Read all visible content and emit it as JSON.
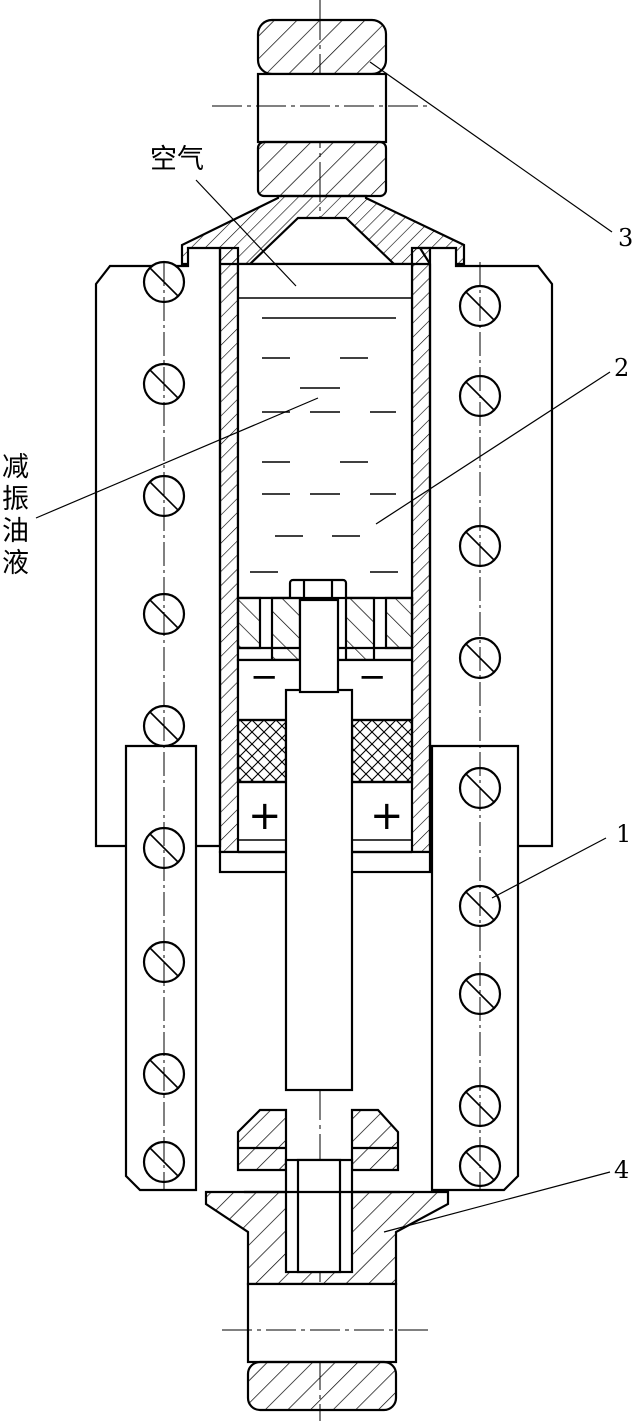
{
  "labels": {
    "air": "空气",
    "damper_oil": [
      "减",
      "振",
      "油",
      "液"
    ],
    "part_1": "1",
    "part_2": "2",
    "part_3": "3",
    "part_4": "4"
  },
  "symbols": {
    "plus": "+",
    "minus": "−"
  },
  "colors": {
    "line": "#000000",
    "background": "#ffffff"
  }
}
